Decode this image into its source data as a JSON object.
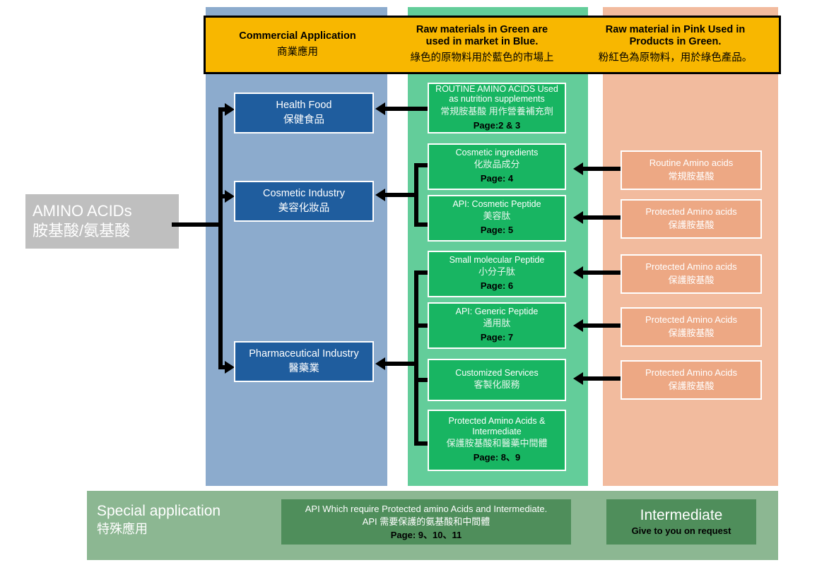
{
  "header": {
    "cells": [
      {
        "en": "Commercial Application",
        "zh": "商業應用"
      },
      {
        "en_line1": "Raw materials in Green are",
        "en_line2": "used in market in Blue.",
        "zh": "綠色的原物料用於藍色的市場上"
      },
      {
        "en_line1": "Raw material in Pink Used in",
        "en_line2": "Products in Green.",
        "zh": "粉紅色為原物料，用於綠色產品。"
      }
    ]
  },
  "source": {
    "en": "AMINO ACIDs",
    "zh": "胺基酸/氨基酸"
  },
  "markets": [
    {
      "en": "Health Food",
      "zh": "保健食品"
    },
    {
      "en": "Cosmetic Industry",
      "zh": "美容化妝品"
    },
    {
      "en": "Pharmaceutical Industry",
      "zh": "醫藥業"
    }
  ],
  "products": [
    {
      "en_line1": "ROUTINE AMINO ACIDS Used",
      "en_line2": "as nutrition supplements",
      "zh": "常規胺基酸 用作營養補充劑",
      "page": "Page:2 & 3"
    },
    {
      "en_line1": "Cosmetic ingredients",
      "en_line2": "",
      "zh": "化妝品成分",
      "page": "Page: 4"
    },
    {
      "en_line1": "API: Cosmetic Peptide",
      "en_line2": "",
      "zh": "美容肽",
      "page": "Page: 5"
    },
    {
      "en_line1": "Small molecular Peptide",
      "en_line2": "",
      "zh": "小分子肽",
      "page": "Page: 6"
    },
    {
      "en_line1": "API: Generic Peptide",
      "en_line2": "",
      "zh": "通用肽",
      "page": "Page: 7"
    },
    {
      "en_line1": "Customized Services",
      "en_line2": "",
      "zh": "客製化服務",
      "page": ""
    },
    {
      "en_line1": "Protected Amino Acids &",
      "en_line2": "Intermediate",
      "zh": "保護胺基酸和醫藥中間體",
      "page": "Page: 8、9"
    }
  ],
  "raw_materials": [
    {
      "en": "Routine Amino acids",
      "zh": "常規胺基酸"
    },
    {
      "en": "Protected Amino acids",
      "zh": "保護胺基酸"
    },
    {
      "en": "Protected Amino acids",
      "zh": "保護胺基酸"
    },
    {
      "en": "Protected Amino Acids",
      "zh": "保護胺基酸"
    },
    {
      "en": "Protected Amino Acids",
      "zh": "保護胺基酸"
    }
  ],
  "special": {
    "title_en": "Special application",
    "title_zh": "特殊應用",
    "api_en": "API Which require Protected amino Acids and Intermediate.",
    "api_zh": "API 需要保護的氨基酸和中間體",
    "api_page": "Page: 9、10、11",
    "intermediate_title": "Intermediate",
    "intermediate_sub": "Give to you on request"
  },
  "colors": {
    "banner": "#f8b700",
    "band_blue": "#8cabcd",
    "band_green": "#63cd9a",
    "band_pink": "#f2bb9e",
    "market_box": "#1f5d9e",
    "product_box": "#18b562",
    "raw_box": "#eda884",
    "special_band": "#8cb792",
    "special_box": "#4f8e5b",
    "source_box": "#bfbfbf"
  }
}
